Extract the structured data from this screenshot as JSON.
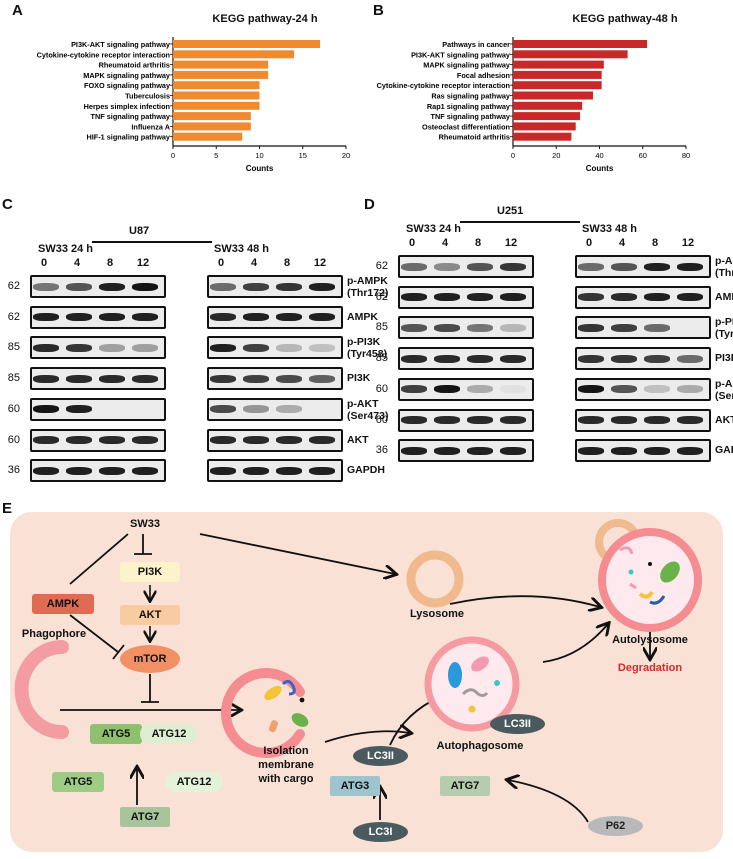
{
  "panels": {
    "a": "A",
    "b": "B",
    "c": "C",
    "d": "D",
    "e": "E"
  },
  "chart_data": [
    {
      "type": "bar",
      "orientation": "horizontal",
      "title": "KEGG pathway-24 h",
      "xlabel": "Counts",
      "xlim": [
        0,
        20
      ],
      "xticks": [
        "0",
        "5",
        "10",
        "15",
        "20"
      ],
      "categories": [
        "PI3K-AKT signaling pathway",
        "Cytokine-cytokine receptor interaction",
        "Rheumatoid arthritis",
        "MAPK signaling pathway",
        "FOXO signaling pathway",
        "Tuberculosis",
        "Herpes simplex infection",
        "TNF signaling pathway",
        "Influenza A",
        "HIF-1 signaling pathway"
      ],
      "values": [
        17,
        14,
        11,
        11,
        10,
        10,
        10,
        9,
        9,
        8
      ],
      "color": "#f08a2e"
    },
    {
      "type": "bar",
      "orientation": "horizontal",
      "title": "KEGG pathway-48 h",
      "xlabel": "Counts",
      "xlim": [
        0,
        80
      ],
      "xticks": [
        "0",
        "20",
        "40",
        "60",
        "80"
      ],
      "categories": [
        "Pathways in cancer",
        "PI3K-AKT signaling pathway",
        "MAPK signaling pathway",
        "Focal adhesion",
        "Cytokine-cytokine receptor interaction",
        "Ras signaling pathway",
        "Rap1 signaling pathway",
        "TNF signaling pathway",
        "Osteoclast differentiation",
        "Rheumatoid arthritis"
      ],
      "values": [
        62,
        53,
        42,
        41,
        41,
        37,
        32,
        31,
        29,
        27
      ],
      "color": "#c82828"
    }
  ],
  "western": {
    "c": {
      "cell": "U87",
      "g1": "SW33 24 h",
      "g2": "SW33 48 h"
    },
    "d": {
      "cell": "U251",
      "g1": "SW33 24 h",
      "g2": "SW33 48 h"
    },
    "lanes": [
      "0",
      "4",
      "8",
      "12"
    ],
    "rows": [
      {
        "mw": "62",
        "label": "p-AMPK",
        "sub": "(Thr172)"
      },
      {
        "mw": "62",
        "label": "AMPK",
        "sub": ""
      },
      {
        "mw": "85",
        "label": "p-PI3K",
        "sub": "(Tyr458)"
      },
      {
        "mw": "85",
        "label": "PI3K",
        "sub": ""
      },
      {
        "mw": "60",
        "label": "p-AKT",
        "sub": "(Ser473)"
      },
      {
        "mw": "60",
        "label": "AKT",
        "sub": ""
      },
      {
        "mw": "36",
        "label": "GAPDH",
        "sub": ""
      }
    ],
    "intensity_c": [
      [
        [
          0.55,
          0.7,
          0.95,
          1.0
        ],
        [
          0.6,
          0.8,
          0.85,
          0.95
        ]
      ],
      [
        [
          0.95,
          0.95,
          0.95,
          0.95
        ],
        [
          0.9,
          0.95,
          0.95,
          0.95
        ]
      ],
      [
        [
          0.9,
          0.85,
          0.35,
          0.35
        ],
        [
          0.95,
          0.8,
          0.25,
          0.2
        ]
      ],
      [
        [
          0.9,
          0.9,
          0.9,
          0.9
        ],
        [
          0.85,
          0.8,
          0.75,
          0.65
        ]
      ],
      [
        [
          1.0,
          0.95,
          0.0,
          0.0
        ],
        [
          0.75,
          0.4,
          0.3,
          0.0
        ]
      ],
      [
        [
          0.9,
          0.9,
          0.9,
          0.9
        ],
        [
          0.9,
          0.9,
          0.9,
          0.9
        ]
      ],
      [
        [
          0.95,
          0.95,
          0.95,
          0.95
        ],
        [
          0.95,
          0.95,
          0.95,
          0.95
        ]
      ]
    ],
    "intensity_d": [
      [
        [
          0.6,
          0.45,
          0.7,
          0.85
        ],
        [
          0.6,
          0.7,
          0.95,
          0.95
        ]
      ],
      [
        [
          0.95,
          0.95,
          0.95,
          0.95
        ],
        [
          0.85,
          0.9,
          0.95,
          0.95
        ]
      ],
      [
        [
          0.7,
          0.75,
          0.55,
          0.25
        ],
        [
          0.85,
          0.8,
          0.6,
          0.0
        ]
      ],
      [
        [
          0.9,
          0.9,
          0.9,
          0.9
        ],
        [
          0.85,
          0.85,
          0.8,
          0.6
        ]
      ],
      [
        [
          0.8,
          1.0,
          0.3,
          0.05
        ],
        [
          1.0,
          0.7,
          0.2,
          0.3
        ]
      ],
      [
        [
          0.9,
          0.9,
          0.9,
          0.9
        ],
        [
          0.9,
          0.9,
          0.9,
          0.9
        ]
      ],
      [
        [
          0.95,
          0.95,
          0.95,
          0.95
        ],
        [
          0.95,
          0.95,
          0.95,
          0.95
        ]
      ]
    ]
  },
  "diagram": {
    "sw33": "SW33",
    "pi3k": "PI3K",
    "akt": "AKT",
    "mtor": "mTOR",
    "ampk": "AMPK",
    "phagophore": "Phagophore",
    "atg5": "ATG5",
    "atg12": "ATG12",
    "atg7": "ATG7",
    "atg3": "ATG3",
    "isolation": "Isolation\nmembrane\nwith cargo",
    "lc3i": "LC3I",
    "lc3ii": "LC3II",
    "lysosome": "Lysosome",
    "autophagosome": "Autophagosome",
    "autolysosome": "Autolysosome",
    "degradation": "Degradation",
    "p62": "P62"
  },
  "colors": {
    "orange": "#f08a2e",
    "red": "#c82828",
    "degradation": "#d02a2a",
    "panel_bg": "#f9e2d5"
  }
}
